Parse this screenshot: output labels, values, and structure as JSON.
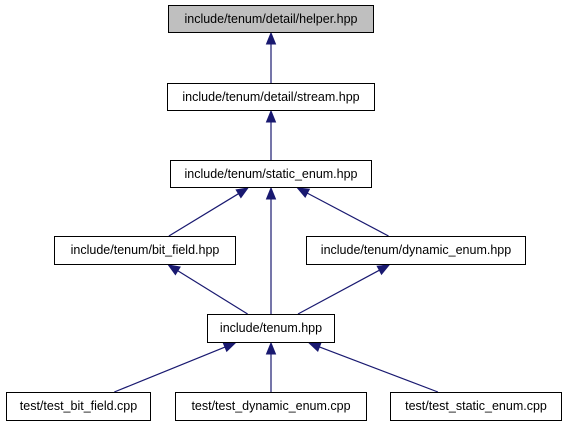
{
  "nodes": {
    "helper": {
      "label": "include/tenum/detail/helper.hpp"
    },
    "stream": {
      "label": "include/tenum/detail/stream.hpp"
    },
    "static_enum": {
      "label": "include/tenum/static_enum.hpp"
    },
    "bit_field": {
      "label": "include/tenum/bit_field.hpp"
    },
    "dynamic_enum": {
      "label": "include/tenum/dynamic_enum.hpp"
    },
    "tenum": {
      "label": "include/tenum.hpp"
    },
    "test_bit_field": {
      "label": "test/test_bit_field.cpp"
    },
    "test_dynamic_enum": {
      "label": "test/test_dynamic_enum.cpp"
    },
    "test_static_enum": {
      "label": "test/test_static_enum.cpp"
    }
  },
  "edges": [
    {
      "from": "stream",
      "to": "helper"
    },
    {
      "from": "static_enum",
      "to": "stream"
    },
    {
      "from": "bit_field",
      "to": "static_enum"
    },
    {
      "from": "tenum",
      "to": "static_enum"
    },
    {
      "from": "dynamic_enum",
      "to": "static_enum"
    },
    {
      "from": "tenum",
      "to": "bit_field"
    },
    {
      "from": "tenum",
      "to": "dynamic_enum"
    },
    {
      "from": "test_bit_field",
      "to": "tenum"
    },
    {
      "from": "test_dynamic_enum",
      "to": "tenum"
    },
    {
      "from": "test_static_enum",
      "to": "tenum"
    }
  ],
  "colors": {
    "edge": "#191970",
    "highlight_fill": "#bfbfbf",
    "node_border": "#000000"
  }
}
